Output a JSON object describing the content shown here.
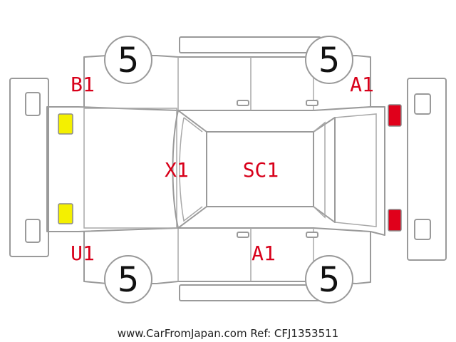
{
  "wheels": {
    "front_left": "5",
    "front_right": "5",
    "rear_left": "5",
    "rear_right": "5"
  },
  "damage_codes": {
    "rear_left_quarter": "B1",
    "front_right_quarter": "A1",
    "hood": "X1",
    "roof": "SC1",
    "rear_right_quarter": "U1",
    "right_door": "A1"
  },
  "lamp_colors": {
    "rear": "#f4f000",
    "front": "#e0001b"
  },
  "footer_text": "www.CarFromJapan.com Ref: CFJ1353511"
}
